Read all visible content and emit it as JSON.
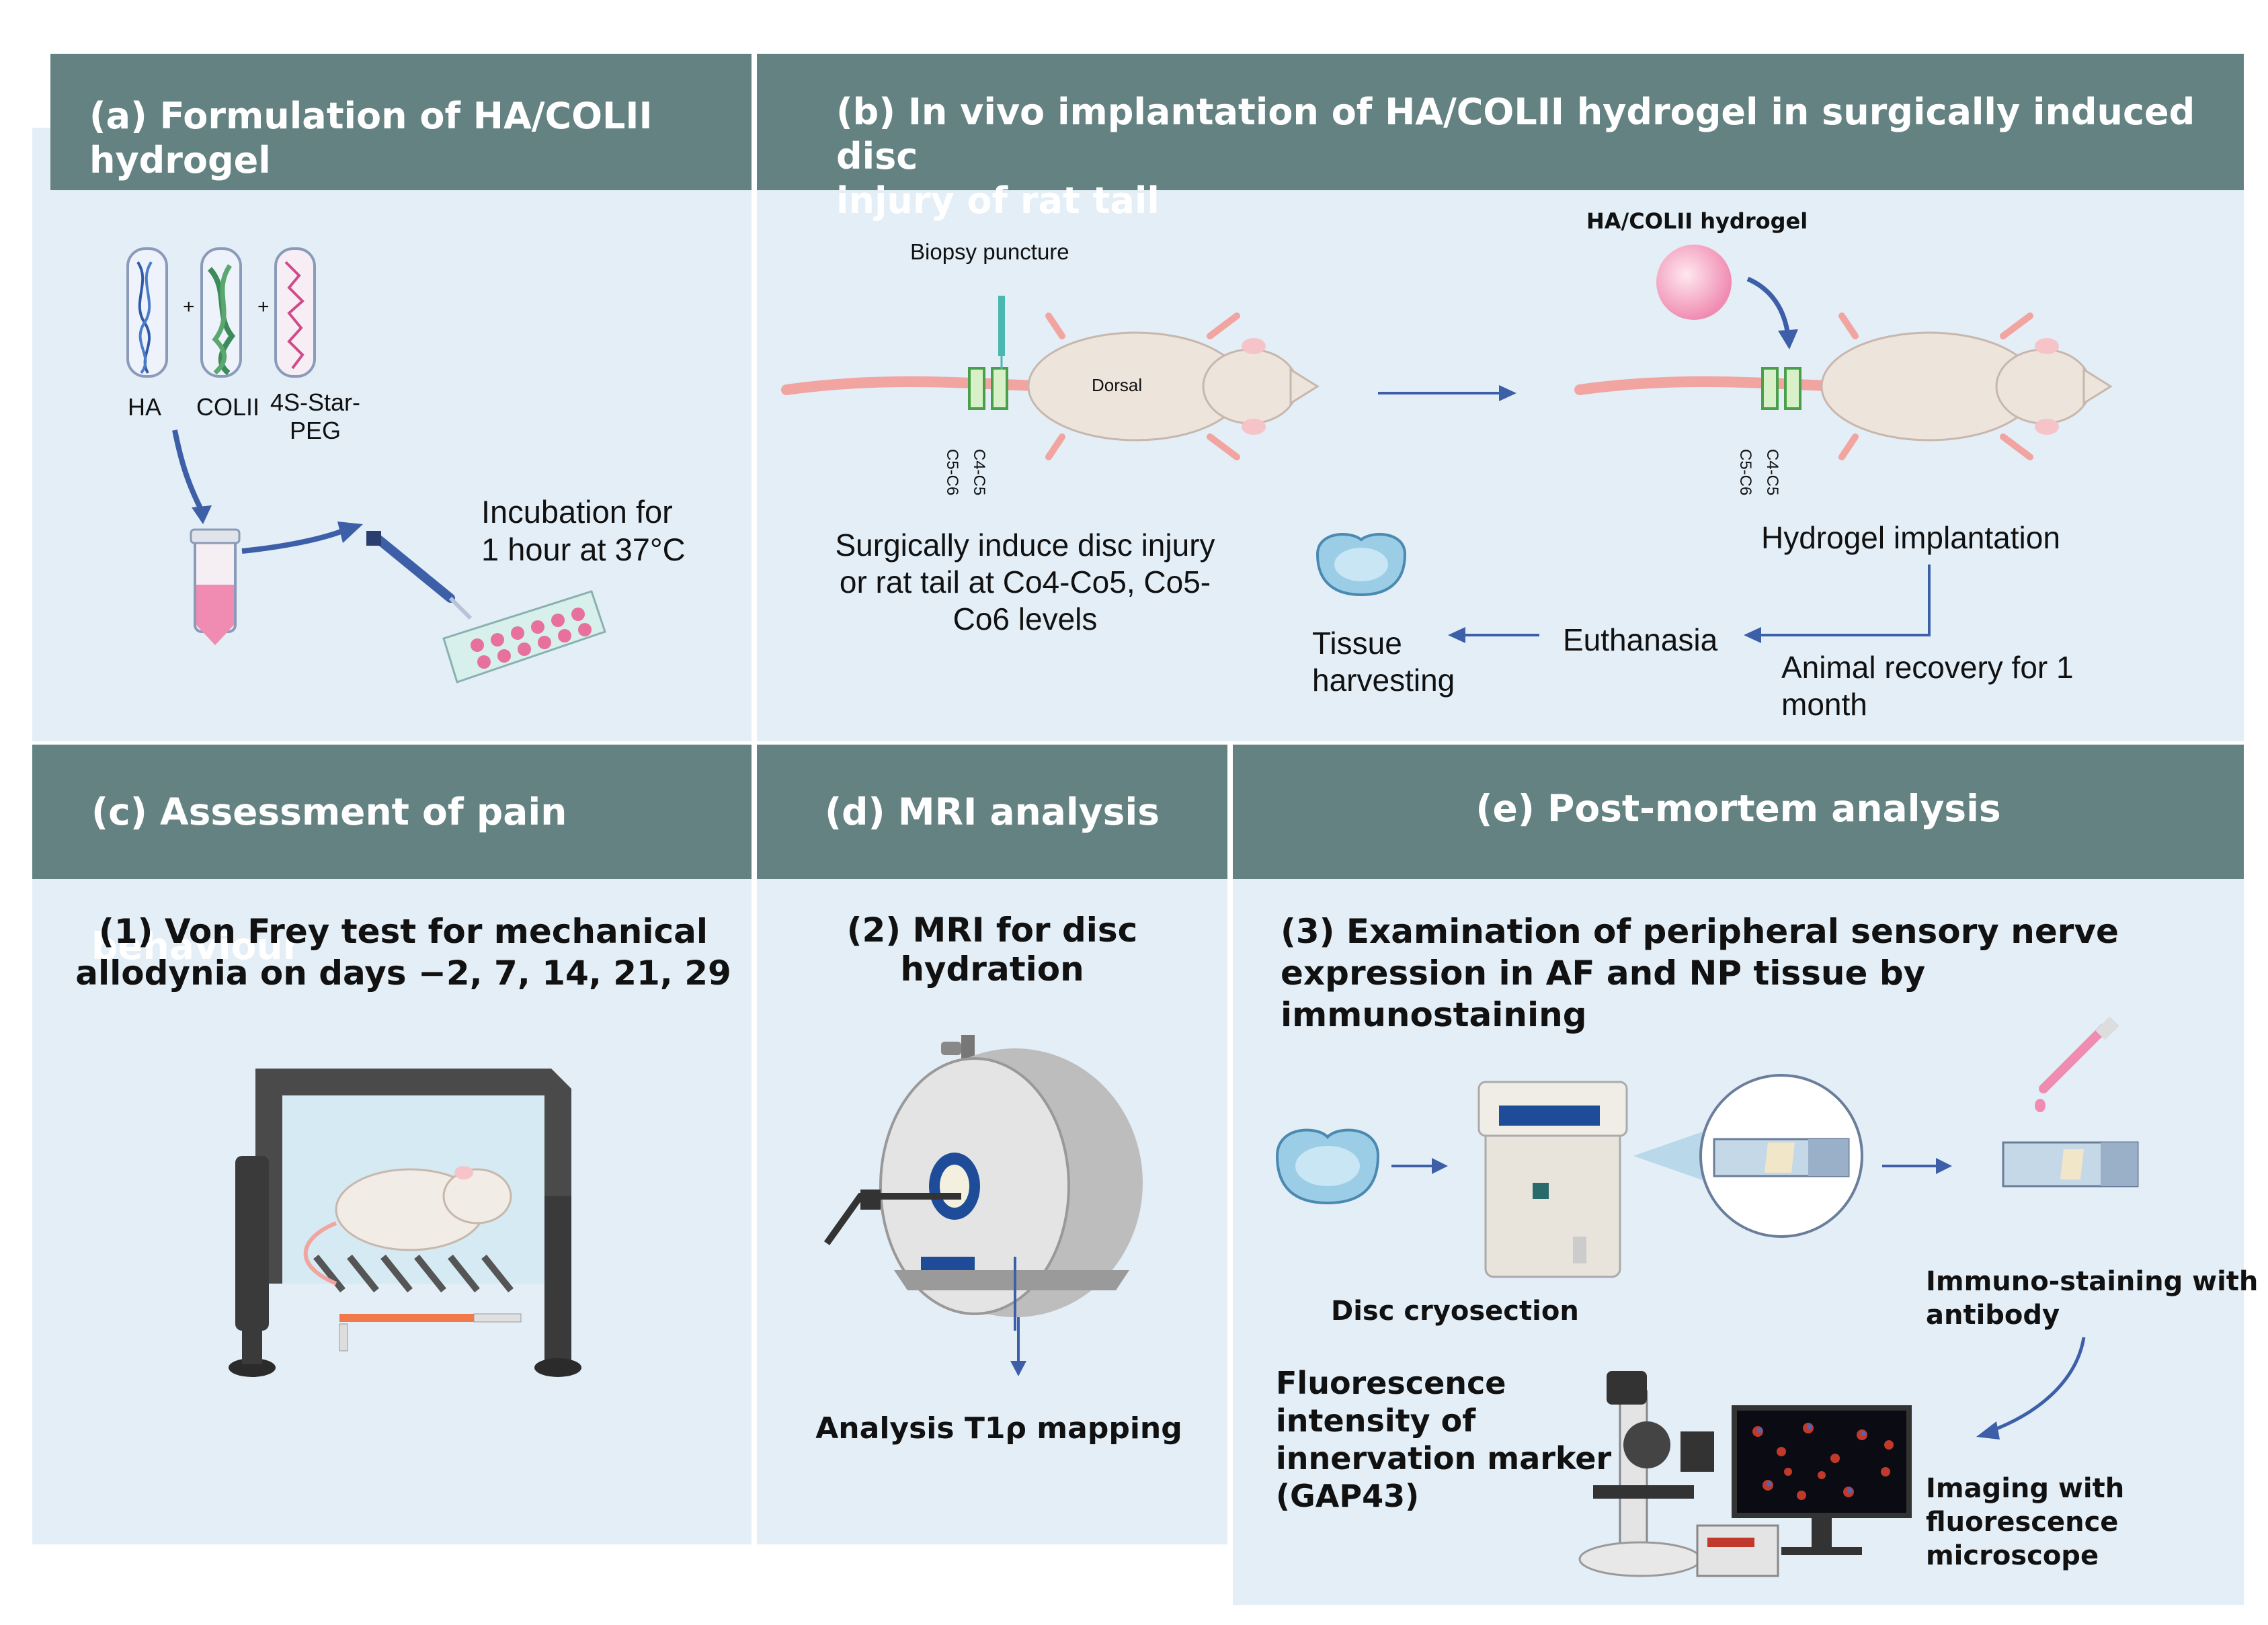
{
  "colors": {
    "header_bg": "#648282",
    "panel_bg": "#e3eef7",
    "header_text": "#ffffff",
    "arrow": "#3d5fa8",
    "hydrogel": "#f4b6c8",
    "rat_body": "#ede4dc",
    "rat_tail": "#f1a4a0",
    "tissue": "#9ccde6"
  },
  "panels": {
    "a": {
      "title": "(a) Formulation of HA/COLII hydrogel",
      "tube_labels": [
        "HA",
        "COLII",
        "4S-Star-\nPEG"
      ],
      "plus": "+",
      "incubation": "Incubation for\n1 hour at 37°C"
    },
    "b": {
      "title": "(b) In vivo implantation of HA/COLII hydrogel in surgically induced disc\ninjury of rat tail",
      "biopsy_label": "Biopsy puncture",
      "hydrogel_label": "HA/COLII hydrogel",
      "dorsal_label": "Dorsal",
      "level_c5c6": "C5-C6",
      "level_c4c5": "C4-C5",
      "surgery_text": "Surgically induce disc injury\nor rat tail at Co4-Co5, Co5-\nCo6 levels",
      "implantation": "Hydrogel implantation",
      "recovery": "Animal recovery for 1\nmonth",
      "euthanasia": "Euthanasia",
      "harvesting": "Tissue\nharvesting"
    },
    "c": {
      "title": "(c) Assessment of pain behaviour",
      "subtitle": "(1) Von Frey test for mechanical\nallodynia on days −2, 7, 14, 21, 29"
    },
    "d": {
      "title": "(d) MRI analysis",
      "subtitle": "(2) MRI for disc hydration",
      "analysis": "Analysis T1ρ mapping"
    },
    "e": {
      "title": "(e) Post-mortem analysis",
      "subtitle": "(3) Examination of peripheral sensory nerve\nexpression in AF and NP tissue by immunostaining",
      "cryosection": "Disc cryosection",
      "immuno": "Immuno-staining with\nantibody",
      "fluorescence": "Fluorescence\nintensity of\ninnervation marker\n(GAP43)",
      "imaging": "Imaging with\nfluorescence microscope"
    }
  }
}
